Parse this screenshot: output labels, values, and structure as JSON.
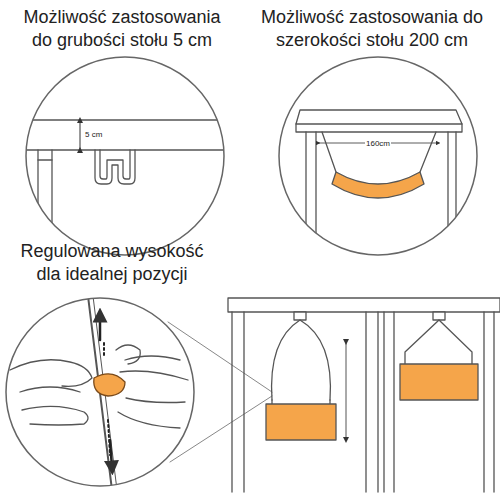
{
  "diagram": {
    "labels": [
      "Możliwość zastosowania do grubości stołu 5 cm",
      "Możliwość zastosowania do szerokości stołu 200 cm",
      "5 cm",
      "160cm",
      "Regulowana wysokość dla idealnej pozycji"
    ]
  }
}
